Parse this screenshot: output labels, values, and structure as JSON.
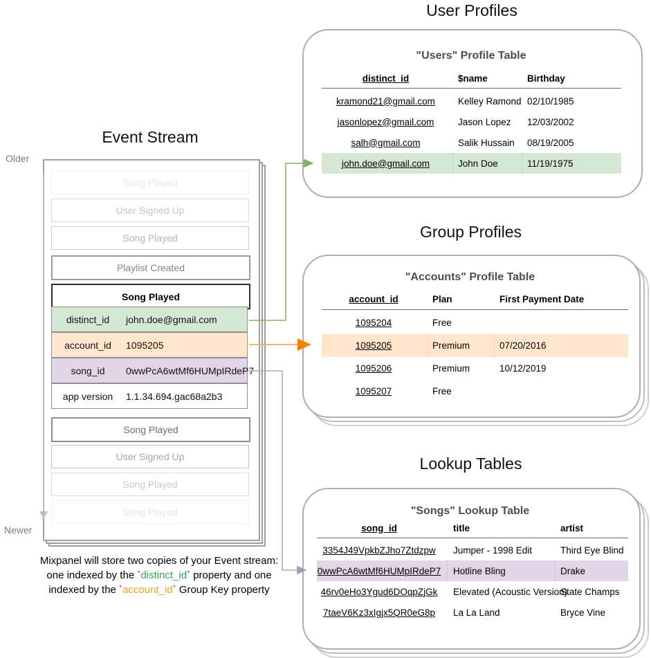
{
  "event_stream": {
    "title": "Event Stream",
    "older": "Older",
    "newer": "Newer",
    "faded_before": [
      "Song Played",
      "User Signed Up",
      "Song Played",
      "Playlist Created"
    ],
    "expanded": {
      "title": "Song Played",
      "rows": [
        {
          "key": "distinct_id",
          "value": "john.doe@gmail.com"
        },
        {
          "key": "account_id",
          "value": "1095205"
        },
        {
          "key": "song_id",
          "value": "0wwPcA6wtMf6HUMpIRdeP7"
        },
        {
          "key": "app version",
          "value": "1.1.34.694.gac68a2b3"
        }
      ]
    },
    "faded_after": [
      "Song Played",
      "User Signed Up",
      "Song Played",
      "Song Played"
    ]
  },
  "caption": {
    "line1": "Mixpanel will store two copies of your Event stream:",
    "line2_pre": "one indexed by the `",
    "line2_code": "distinct_id",
    "line2_post": "` property and one",
    "line3_pre": "indexed by the `",
    "line3_code": "account_id",
    "line3_post": "` Group Key property"
  },
  "user_profiles": {
    "section_title": "User Profiles",
    "table_title": "\"Users\" Profile Table",
    "columns": [
      "distinct_id",
      "$name",
      "Birthday"
    ],
    "rows": [
      [
        "kramond21@gmail.com",
        "Kelley Ramond",
        "02/10/1985"
      ],
      [
        "jasonlopez@gmail.com",
        "Jason Lopez",
        "12/03/2002"
      ],
      [
        "salh@gmail.com",
        "Salik Hussain",
        "08/19/2005"
      ],
      [
        "john.doe@gmail.com",
        "John Doe",
        "11/19/1975"
      ]
    ],
    "highlighted_row_index": 3
  },
  "group_profiles": {
    "section_title": "Group Profiles",
    "table_title": "\"Accounts\" Profile Table",
    "columns": [
      "account_id",
      "Plan",
      "First Payment Date"
    ],
    "rows": [
      [
        "1095204",
        "Free",
        ""
      ],
      [
        "1095205",
        "Premium",
        "07/20/2016"
      ],
      [
        "1095206",
        "Premium",
        "10/12/2019"
      ],
      [
        "1095207",
        "Free",
        ""
      ]
    ],
    "highlighted_row_index": 1
  },
  "lookup_tables": {
    "section_title": "Lookup Tables",
    "table_title": "\"Songs\" Lookup Table",
    "columns": [
      "song_id",
      "title",
      "artist"
    ],
    "rows": [
      [
        "3354J49VpkbZJho7Ztdzpw",
        "Jumper - 1998 Edit",
        "Third Eye Blind"
      ],
      [
        "0wwPcA6wtMf6HUMpIRdeP7",
        "Hotline Bling",
        "Drake"
      ],
      [
        "46rv0eHo3Ygud6DOqpZjGk",
        "Elevated (Acoustic Version)",
        "State Champs"
      ],
      [
        "7taeV6Kz3xIgjx5QR0eG8p",
        "La La Land",
        "Bryce Vine"
      ]
    ],
    "highlighted_row_index": 1
  },
  "colors": {
    "green_fill": "#d5e8d4",
    "green_line": "#82b366",
    "orange_fill": "#ffe6cc",
    "orange_line": "#f2b26b",
    "orange_arrow": "#ef8201",
    "purple_fill": "#e1d5e7",
    "purple_line": "#b3a6c2",
    "caption_green": "#34a853",
    "caption_orange": "#f9a11b"
  }
}
